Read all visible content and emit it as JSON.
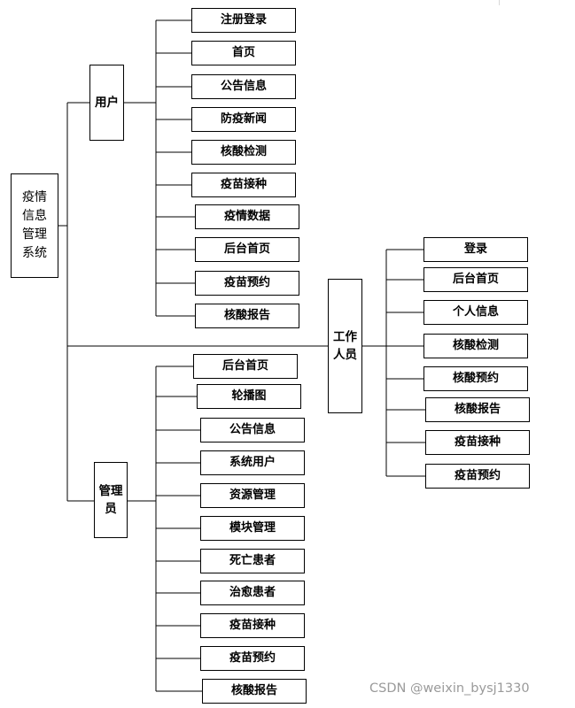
{
  "root": {
    "label": "疫情\n信息\n管理\n系统"
  },
  "user": {
    "label": "用户",
    "items": [
      "注册登录",
      "首页",
      "公告信息",
      "防疫新闻",
      "核酸检测",
      "疫苗接种",
      "疫情数据",
      "后台首页",
      "疫苗预约",
      "核酸报告"
    ]
  },
  "admin": {
    "label": "管理\n员",
    "items": [
      "后台首页",
      "轮播图",
      "公告信息",
      "系统用户",
      "资源管理",
      "模块管理",
      "死亡患者",
      "治愈患者",
      "疫苗接种",
      "疫苗预约",
      "核酸报告"
    ]
  },
  "staff": {
    "label": "工作\n人员",
    "items": [
      "登录",
      "后台首页",
      "个人信息",
      "核酸检测",
      "核酸预约",
      "核酸报告",
      "疫苗接种",
      "疫苗预约"
    ]
  },
  "watermark": "CSDN @weixin_bysj1330"
}
